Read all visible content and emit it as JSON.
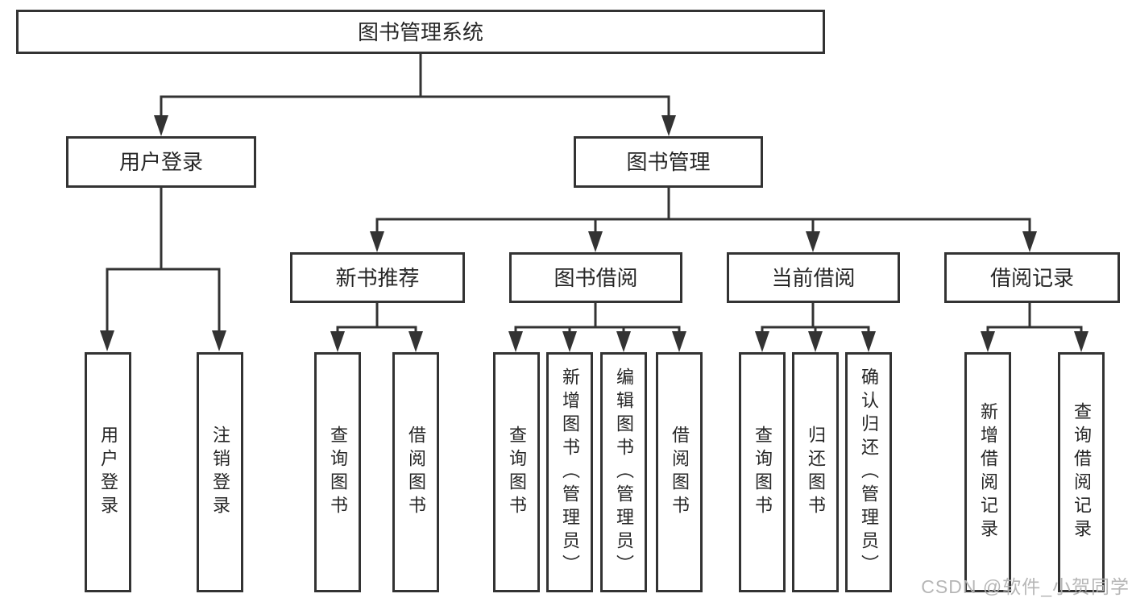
{
  "diagram": {
    "title": "图书管理系统",
    "branches": [
      {
        "label": "用户登录",
        "children": [
          {
            "label": "用户登录"
          },
          {
            "label": "注销登录"
          }
        ]
      },
      {
        "label": "图书管理",
        "children": [
          {
            "label": "新书推荐",
            "children": [
              {
                "label": "查询图书"
              },
              {
                "label": "借阅图书"
              }
            ]
          },
          {
            "label": "图书借阅",
            "children": [
              {
                "label": "查询图书"
              },
              {
                "label": "新增图书（管理员）"
              },
              {
                "label": "编辑图书（管理员）"
              },
              {
                "label": "借阅图书"
              }
            ]
          },
          {
            "label": "当前借阅",
            "children": [
              {
                "label": "查询图书"
              },
              {
                "label": "归还图书"
              },
              {
                "label": "确认归还（管理员）"
              }
            ]
          },
          {
            "label": "借阅记录",
            "children": [
              {
                "label": "新增借阅记录"
              },
              {
                "label": "查询借阅记录"
              }
            ]
          }
        ]
      }
    ]
  },
  "colors": {
    "line": "#333333",
    "text": "#262626",
    "watermark": "#b2b2b2"
  },
  "watermark": {
    "text": "CSDN @软件_小贺同学"
  }
}
